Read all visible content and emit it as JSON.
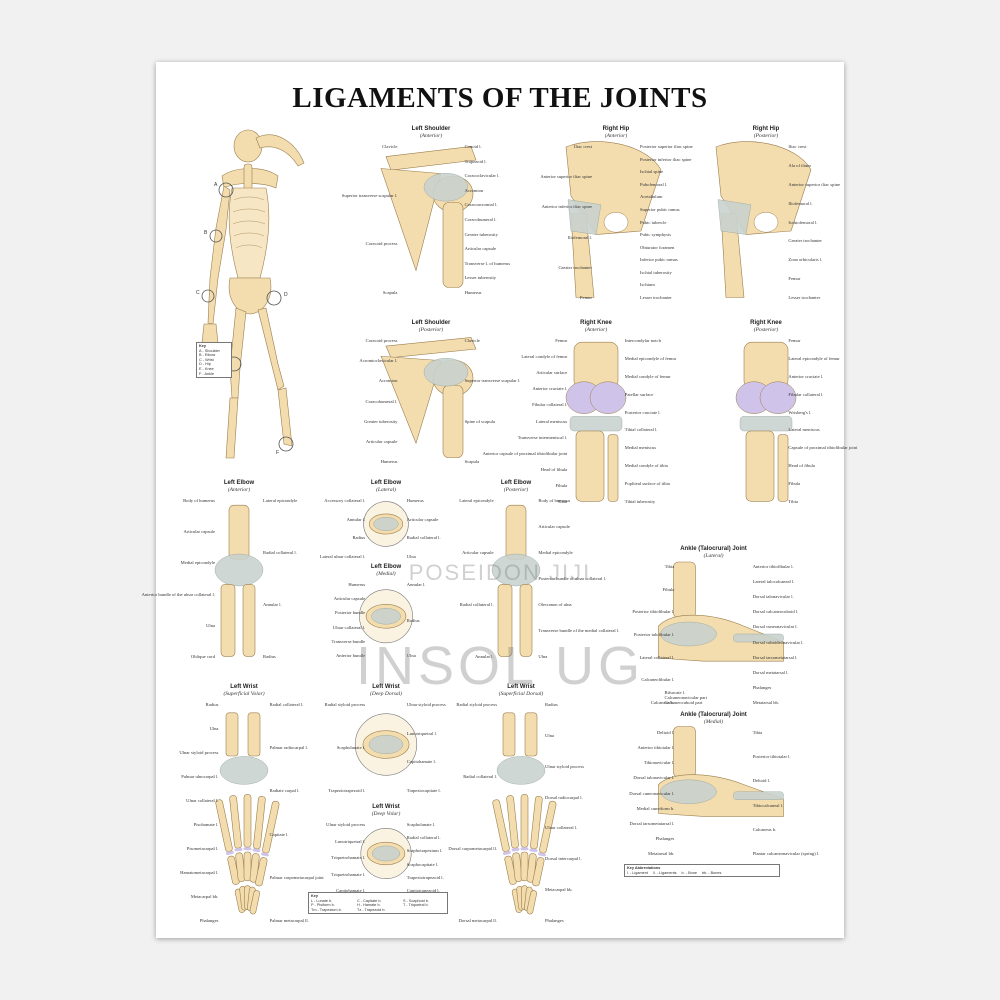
{
  "title": "LIGAMENTS OF THE JOINTS",
  "watermark": {
    "line1": "POSEIDON JIJI",
    "line2": "INSOL UG"
  },
  "skeleton_key": {
    "title": "Key",
    "items": [
      "A - Shoulder",
      "B - Elbow",
      "C - Wrist",
      "D - Hip",
      "E - Knee",
      "F - Ankle"
    ],
    "markers": [
      "A",
      "B",
      "C",
      "D",
      "E",
      "F"
    ]
  },
  "panels": {
    "left_shoulder_ant": {
      "title": "Left Shoulder",
      "subtitle": "(Anterior)",
      "labels_left": [
        "Clavicle",
        "Superior transverse scapular l.",
        "Coracoid process",
        "Scapula"
      ],
      "labels_right": [
        "Conoid l.",
        "Trapezoid l.",
        "Coracoclavicular l.",
        "Acromion",
        "Coracoacromial l.",
        "Coracohumeral l.",
        "Greater tuberosity",
        "Articular capsule",
        "Transverse l. of humerus",
        "Lesser tuberosity",
        "Humerus"
      ]
    },
    "right_hip_ant": {
      "title": "Right Hip",
      "subtitle": "(Anterior)",
      "labels_left": [
        "Iliac crest",
        "Anterior superior iliac spine",
        "Anterior inferior iliac spine",
        "Iliofemoral l.",
        "Greater trochanter",
        "Femur"
      ],
      "labels_right": [
        "Posterior superior iliac spine",
        "Posterior inferior iliac spine",
        "Ischial spine",
        "Pubofemoral l.",
        "Acetabulum",
        "Superior pubic ramus",
        "Pubic tubercle",
        "Pubic symphysis",
        "Obturator foramen",
        "Inferior pubic ramus",
        "Ischial tuberosity",
        "Ischium",
        "Lesser trochanter"
      ]
    },
    "right_hip_post": {
      "title": "Right Hip",
      "subtitle": "(Posterior)",
      "labels_right": [
        "Iliac crest",
        "Ala of ilium",
        "Anterior superior iliac spine",
        "Iliofemoral l.",
        "Ischiofemoral l.",
        "Greater trochanter",
        "Zona orbicularis l.",
        "Femur",
        "Lesser trochanter"
      ]
    },
    "left_shoulder_post": {
      "title": "Left Shoulder",
      "subtitle": "(Posterior)",
      "labels_left": [
        "Coracoid process",
        "Acromioclavicular l.",
        "Acromion",
        "Coracohumeral l.",
        "Greater tuberosity",
        "Articular capsule",
        "Humerus"
      ],
      "labels_right": [
        "Clavicle",
        "Superior transverse scapular l.",
        "Spine of scapula",
        "Scapula"
      ]
    },
    "right_knee_ant": {
      "title": "Right Knee",
      "subtitle": "(Anterior)",
      "labels_left": [
        "Femur",
        "Lateral condyle of femur",
        "Articular surface",
        "Anterior cruciate l.",
        "Fibular collateral l.",
        "Lateral meniscus",
        "Transverse intermeniscal l.",
        "Anterior capsule of proximal tibiofibular joint",
        "Head of fibula",
        "Fibula",
        "Tibia"
      ],
      "labels_right": [
        "Intercondylar notch",
        "Medial epicondyle of femur",
        "Medial condyle of femur",
        "Patellar surface",
        "Posterior cruciate l.",
        "Tibial collateral l.",
        "Medial meniscus",
        "Medial condyle of tibia",
        "Popliteal surface of tibia",
        "Tibial tuberosity"
      ]
    },
    "right_knee_post": {
      "title": "Right Knee",
      "subtitle": "(Posterior)",
      "labels_right": [
        "Femur",
        "Lateral epicondyle of femur",
        "Anterior cruciate l.",
        "Fibular collateral l.",
        "Wrisberg's l.",
        "Lateral meniscus",
        "Capsule of proximal tibiofibular joint",
        "Head of fibula",
        "Fibula",
        "Tibia"
      ]
    },
    "left_elbow_ant": {
      "title": "Left Elbow",
      "subtitle": "(Anterior)",
      "labels_left": [
        "Body of humerus",
        "Articular capsule",
        "Medial epicondyle",
        "Anterior bundle of the ulnar collateral l.",
        "Ulna",
        "Oblique cord"
      ],
      "labels_right": [
        "Lateral epicondyle",
        "Radial collateral l.",
        "Annular l.",
        "Radius"
      ]
    },
    "left_elbow_lat": {
      "title": "Left Elbow",
      "subtitle": "(Lateral)",
      "labels_left": [
        "Accessory collateral l.",
        "Annular l.",
        "Radius",
        "Lateral ulnar collateral l."
      ],
      "labels_right": [
        "Humerus",
        "Articular capsule",
        "Radial collateral l.",
        "Ulna"
      ]
    },
    "left_elbow_med": {
      "title": "Left Elbow",
      "subtitle": "(Medial)",
      "labels_left": [
        "Humerus",
        "Articular capsule",
        "Posterior bundle",
        "Ulnar collateral l.",
        "Transverse bundle",
        "Anterior bundle"
      ],
      "labels_right": [
        "Annular l.",
        "Radius",
        "Ulna"
      ]
    },
    "left_elbow_post": {
      "title": "Left Elbow",
      "subtitle": "(Posterior)",
      "labels_left": [
        "Lateral epicondyle",
        "Articular capsule",
        "Radial collateral l.",
        "Annular l."
      ],
      "labels_right": [
        "Body of humerus",
        "Articular capsule",
        "Medial epicondyle",
        "Posterior bundle of ulnar collateral l.",
        "Olecranon of ulna",
        "Transverse bundle of the medial collateral l.",
        "Ulna"
      ]
    },
    "ankle_lat": {
      "title": "Ankle (Talocrural) Joint",
      "subtitle": "(Lateral)",
      "labels_left": [
        "Tibia",
        "Fibula",
        "Posterior tibiofibular l.",
        "Posterior talofibular l.",
        "Lateral collateral l.",
        "Calcaneofibular l.",
        "Calcaneus b."
      ],
      "labels_right": [
        "Anterior tibiofibular l.",
        "Lateral talocalcaneal l.",
        "Dorsal talonavicular l.",
        "Dorsal calcaneocuboid l.",
        "Dorsal cuneonavicular l.",
        "Dorsal cuboideonavicular l.",
        "Dorsal tarsometatarsal l.",
        "Dorsal metatarsal l.",
        "Phalanges",
        "Metatarsal bb."
      ],
      "labels_bottom": [
        "Bifurcate l.",
        "Calcaneonavicular part",
        "Calcaneocuboid part"
      ]
    },
    "left_wrist_sup_volar": {
      "title": "Left Wrist",
      "subtitle": "(Superficial Volar)",
      "labels_left": [
        "Radius",
        "Ulna",
        "Ulnar styloid process",
        "Palmar ulnocarpal l.",
        "Ulnar collateral l.",
        "Pisohamate l.",
        "Pisometacarpal l.",
        "Hamatometacarpal l.",
        "Metacarpal bb.",
        "Phalanges"
      ],
      "labels_right": [
        "Radial collateral l.",
        "Palmar radiocarpal l.",
        "Radiate carpal l.",
        "Capitate l.",
        "Palmar carpometacarpal joint",
        "Palmar metacarpal ll."
      ]
    },
    "left_wrist_deep_dorsal": {
      "title": "Left Wrist",
      "subtitle": "(Deep Dorsal)",
      "labels_left": [
        "Radial styloid process",
        "Scapholunate l.",
        "Trapeziotrapezoid l."
      ],
      "labels_right": [
        "Ulnar styloid process",
        "Lunotriquetral l.",
        "Capitohamate l.",
        "Trapeziocapitate l."
      ]
    },
    "left_wrist_deep_volar": {
      "title": "Left Wrist",
      "subtitle": "(Deep Volar)",
      "labels_left": [
        "Ulnar styloid process",
        "Lunotriquetral l.",
        "Triquetrohamate l.",
        "Triquetrohamate l.",
        "Capitohamate l."
      ],
      "labels_right": [
        "Scapholunate l.",
        "Radial collateral l.",
        "Scaphotrapezium l.",
        "Scaphocapitate l.",
        "Trapeziotrapezoid l.",
        "Capitotrapezoid l."
      ]
    },
    "left_wrist_sup_dorsal": {
      "title": "Left Wrist",
      "subtitle": "(Superficial Dorsal)",
      "labels_left": [
        "Radial styloid process",
        "Radial collateral l.",
        "Dorsal carpometacarpal ll.",
        "Dorsal metacarpal ll."
      ],
      "labels_right": [
        "Radius",
        "Ulna",
        "Ulnar styloid process",
        "Dorsal radiocarpal l.",
        "Ulnar collateral l.",
        "Dorsal intercarpal l.",
        "Metacarpal bb.",
        "Phalanges"
      ]
    },
    "ankle_med": {
      "title": "Ankle (Talocrural) Joint",
      "subtitle": "(Medial)",
      "labels_left": [
        "Deltoid l.",
        "Anterior tibiotalar l.",
        "Tibionavicular l.",
        "Dorsal talonavicular l.",
        "Dorsal cuneonavicular l.",
        "Medial cuneiform b.",
        "Dorsal tarsometatarsal l.",
        "Phalanges",
        "Metatarsal bb."
      ],
      "labels_right": [
        "Tibia",
        "Posterior tibiotalar l.",
        "Deltoid l.",
        "Tibiocalcaneal l.",
        "Calcaneus b.",
        "Plantar calcaneonavicular (spring) l."
      ]
    }
  },
  "wrist_key": {
    "title": "Key",
    "items": [
      "L - Lunate b.",
      "C - Capitate b.",
      "S - Scaphoid b.",
      "P - Pisiform b.",
      "H - Hamate b.",
      "T - Triquetral b.",
      "Tm - Trapezium b.",
      "Tz - Trapezoid b."
    ]
  },
  "ankle_key": {
    "title": "Key Abbreviations",
    "items": [
      "l. - Ligament",
      "ll. - Ligaments",
      "b. - Bone",
      "bb. - Bones"
    ]
  },
  "colors": {
    "bone": "#f3dcae",
    "bone_shadow": "#d9b57a",
    "ligament": "#c9d3cf",
    "cartilage": "#cfc3ea",
    "outline": "#9b7f4e",
    "leader": "#555555"
  }
}
